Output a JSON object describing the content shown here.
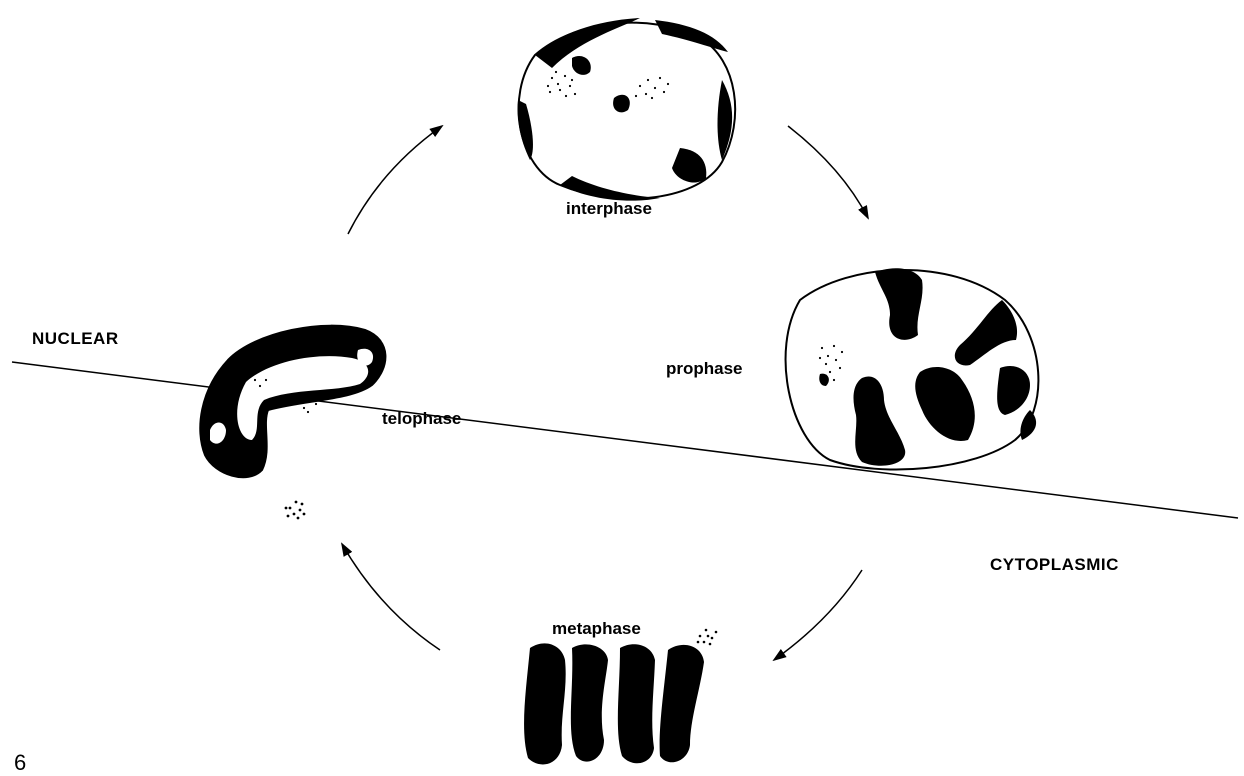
{
  "diagram": {
    "phases": {
      "interphase": "interphase",
      "prophase": "prophase",
      "metaphase": "metaphase",
      "telophase": "telophase"
    },
    "regions": {
      "nuclear": "NUCLEAR",
      "cytoplasmic": "CYTOPLASMIC"
    },
    "figure_number": "6"
  }
}
